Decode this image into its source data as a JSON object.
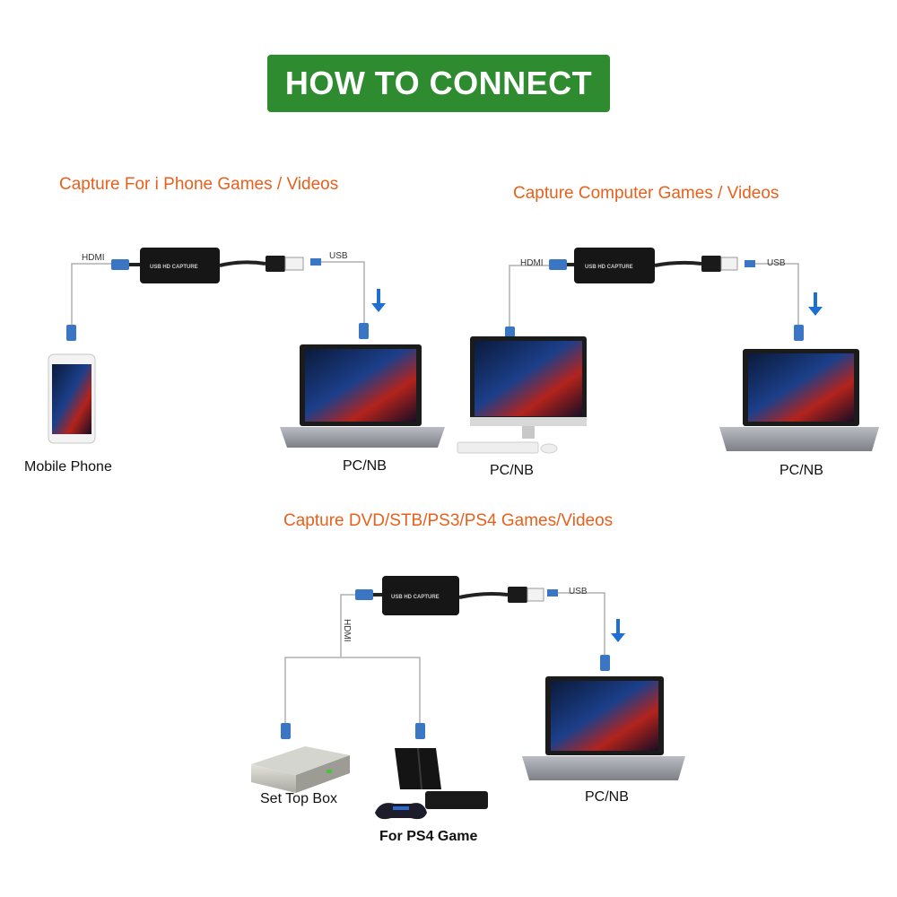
{
  "banner": {
    "title": "HOW TO CONNECT"
  },
  "colors": {
    "banner": "#2e8b2f",
    "section_title": "#e8601c",
    "connector_blue": "#1f6fd1"
  },
  "sections": [
    {
      "title": "Capture For i Phone Games / Videos",
      "source_label": "Mobile Phone",
      "target_label": "PC/NB"
    },
    {
      "title": "Capture Computer Games / Videos",
      "source_label": "PC/NB",
      "target_label": "PC/NB"
    },
    {
      "title": "Capture DVD/STB/PS3/PS4 Games/Videos",
      "source_label_1": "Set Top Box",
      "source_label_2": "For PS4 Game",
      "target_label": "PC/NB"
    }
  ],
  "ports": {
    "hdmi": "HDMI",
    "usb": "USB"
  },
  "device": {
    "capture_label": "USB HD CAPTURE"
  },
  "icons": [
    "usb-capture-device-icon",
    "hdmi-plug-icon",
    "usb-plug-icon",
    "down-arrow-icon",
    "laptop-icon",
    "monitor-icon",
    "phone-icon",
    "set-top-box-icon",
    "ps4-console-icon"
  ]
}
